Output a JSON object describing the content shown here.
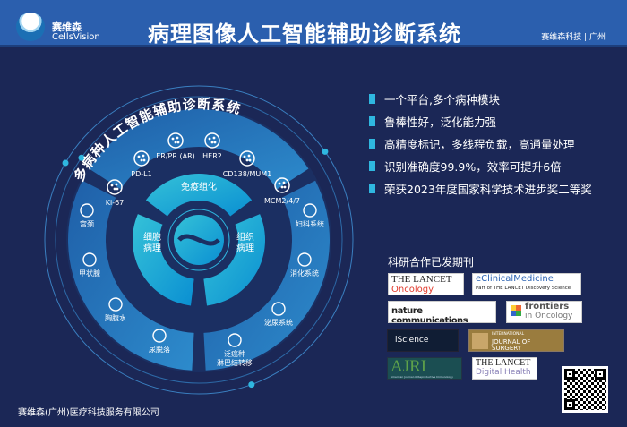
{
  "header": {
    "logo_cn": "赛维森",
    "logo_en": "CellsVision",
    "title": "病理图像人工智能辅助诊断系统",
    "right": "赛维森科技 | 广州"
  },
  "diagram": {
    "arc_title": "多病种人工智能辅助诊断系统",
    "ihc_markers": [
      "Ki-67",
      "PD-L1",
      "ER/PR (AR)",
      "HER2",
      "CD138/MUM1",
      "MCM2/4/7"
    ],
    "left_items": [
      "宫颈",
      "甲状腺",
      "胸腹水",
      "尿脱落"
    ],
    "right_items": [
      "妇科系统",
      "消化系统",
      "泌尿系统",
      "泛癌种\n淋巴结转移"
    ],
    "inner": {
      "top": "免疫组化",
      "left": "细胞\n病理",
      "right": "组织\n病理"
    }
  },
  "bullets": [
    "一个平台,多个病种模块",
    "鲁棒性好，泛化能力强",
    "高精度标记，多线程负载，高通量处理",
    "识别准确度99.9%，效率可提升6倍",
    "荣获2023年度国家科学技术进步奖二等奖"
  ],
  "journals": {
    "title": "科研合作已发期刊",
    "lancet_onc": [
      "THE LANCET",
      "Oncology"
    ],
    "eclin": [
      "eClinicalMedicine",
      "Part of THE LANCET Discovery Science"
    ],
    "nature": "nature communications",
    "frontiers": [
      "frontiers",
      "in Oncology"
    ],
    "iscience": "iScience",
    "ijs": [
      "INTERNATIONAL",
      "JOURNAL OF SURGERY"
    ],
    "ajri": [
      "AJRI",
      "American Journal of Reproductive Immunology"
    ],
    "lancet_dh": [
      "THE LANCET",
      "Digital Health"
    ]
  },
  "footer": "赛维森(广州)医疗科技服务有限公司",
  "colors": {
    "header": "#2b5fae",
    "bg": "#1b2756",
    "accent": "#2fb7e0"
  }
}
